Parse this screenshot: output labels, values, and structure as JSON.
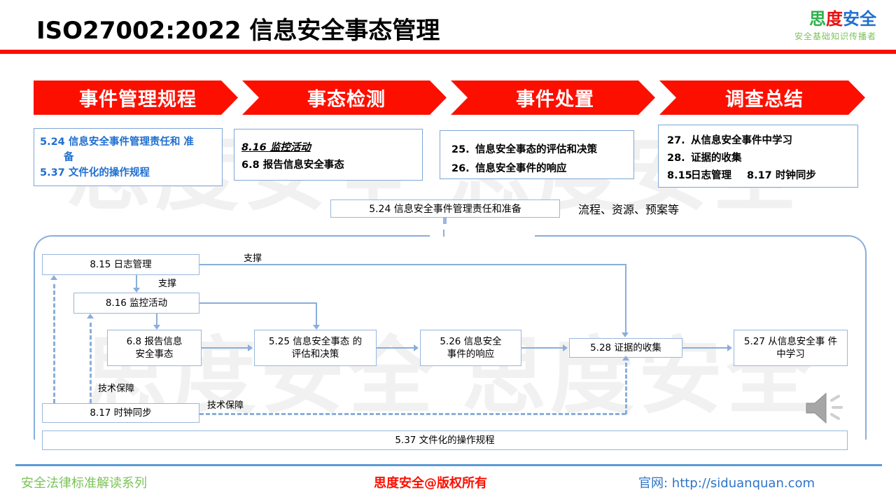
{
  "header": {
    "title": "ISO27002:2022 信息安全事态管理",
    "logo": {
      "part1": "思",
      "part2": "度",
      "part3": "安全",
      "subtitle": "安全基础知识传播者"
    },
    "rule_color": "#fd0f00"
  },
  "watermark": {
    "text": "思度安全"
  },
  "banner": {
    "color": "#fd0f00",
    "stages": [
      {
        "label": "事件管理规程"
      },
      {
        "label": "事态检测"
      },
      {
        "label": "事件处置"
      },
      {
        "label": "调查总结"
      }
    ]
  },
  "stage_boxes": [
    {
      "accent": "#1f6fd0",
      "lines": [
        "5.24 信息安全事件管理责任和 准",
        "备",
        "5.37 文件化的操作规程"
      ]
    },
    {
      "accent": "#000000",
      "lines": [
        "8.16 监控活动",
        "6.8 报告信息安全事态"
      ]
    },
    {
      "accent": "#000000",
      "items": [
        {
          "num": "25.",
          "text": "信息安全事态的评估和决策"
        },
        {
          "num": "26.",
          "text": "信息安全事件的响应"
        }
      ]
    },
    {
      "accent": "#000000",
      "items": [
        {
          "num": "27.",
          "text": "从信息安全事件中学习"
        },
        {
          "num": "28.",
          "text": "证据的收集"
        },
        {
          "num": "8.15",
          "text": "日志管理",
          "extra": "8.17 时钟同步"
        }
      ]
    }
  ],
  "mid": {
    "box_label": "5.24 信息安全事件管理责任和准备",
    "note": "流程、资源、预案等"
  },
  "flow": {
    "nodes": {
      "log": "8.15 日志管理",
      "monitor": "8.16 监控活动",
      "report": "6.8 报告信息\n安全事态",
      "report_l1": "6.8 报告信息",
      "report_l2": "安全事态",
      "assess_l1": "5.25 信息安全事态 的",
      "assess_l2": "评估和决策",
      "respond_l1": "5.26 信息安全",
      "respond_l2": "事件的响应",
      "evidence": "5.28 证据的收集",
      "learn_l1": "5.27 从信息安全事 件",
      "learn_l2": "中学习",
      "clock": "8.17 时钟同步",
      "procedure": "5.37 文件化的操作规程"
    },
    "edge_labels": {
      "support_top": "支撑",
      "support_mid": "支撑",
      "tech_left": "技术保障",
      "tech_right": "技术保障"
    },
    "line_color": "#8aaedb"
  },
  "icons": {
    "speaker": "speaker-icon"
  },
  "footer": {
    "left": "安全法律标准解读系列",
    "center": "思度安全@版权所有",
    "right": "官网: http://siduanquan.com",
    "left_color": "#7cc35a",
    "center_color": "#fd0f00",
    "right_color": "#2e74c8"
  }
}
